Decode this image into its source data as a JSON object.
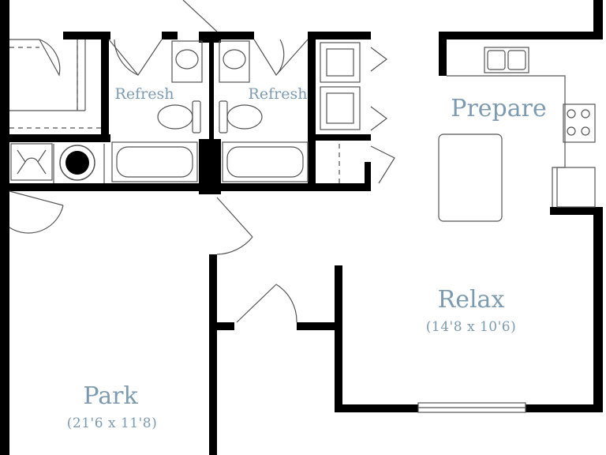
{
  "colors": {
    "wall": "#000000",
    "fixture": "#555555",
    "label": "#7d9bb0",
    "background": "#ffffff"
  },
  "rooms": {
    "refresh_left": {
      "name": "Refresh"
    },
    "refresh_right": {
      "name": "Refresh"
    },
    "prepare": {
      "name": "Prepare"
    },
    "relax": {
      "name": "Relax",
      "dimensions": "(14'8 x 10'6)"
    },
    "park": {
      "name": "Park",
      "dimensions": "(21'6 x 11'8)"
    }
  }
}
